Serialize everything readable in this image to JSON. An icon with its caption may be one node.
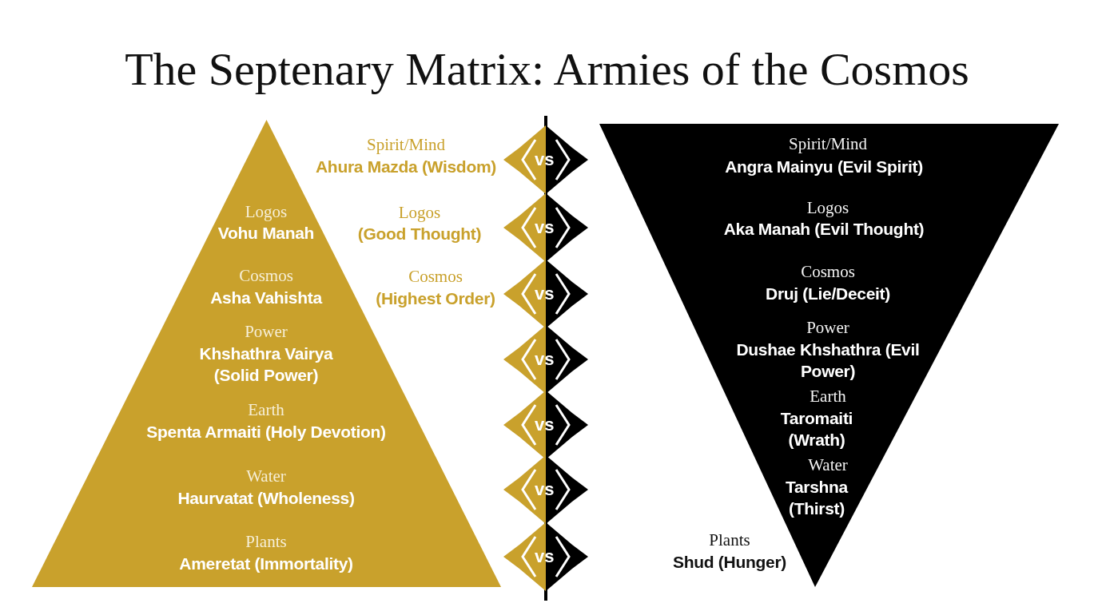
{
  "diagram": {
    "title": "The Septenary Matrix: Armies of the Cosmos",
    "nodes": [
      {
        "text": [
          "Logos",
          "Vohu Manah",
          "Cosmos",
          "Asha Vahishta",
          "Power",
          "Khshathra Vairya (Solid Power)",
          "Earth",
          "Spenta Armaiti (Holy Devotion)",
          "Water",
          "Haurvatat (Wholeness)",
          "Plants",
          "Ameretat (Immortality)"
        ]
      },
      {
        "text": [
          "Spirit/Mind",
          "Angra Mainyu (Evil Spirit)",
          "Logos",
          "Aka Manah (Evil Thought)",
          "Cosmos",
          "Druj (Lie/Deceit)",
          "Power",
          "Dushae Khshathra (Evil Power)",
          "Earth",
          "Taromaiti (Wrath)",
          "Water",
          "Tarshna (Thirst)"
        ]
      },
      {
        "text": [
          "vs"
        ]
      },
      {
        "text": [
          "vs"
        ]
      },
      {
        "text": [
          "vs"
        ]
      },
      {
        "text": [
          "vs"
        ]
      },
      {
        "text": [
          "vs"
        ]
      },
      {
        "text": [
          "vs"
        ]
      },
      {
        "text": [
          "vs"
        ]
      }
    ],
    "labels": [
      "Spirit/Mind",
      "Ahura Mazda (Wisdom)",
      "Logos",
      "(Good Thought)",
      "Cosmos",
      "(Highest Order)",
      "Plants",
      "Shud (Hunger)"
    ]
  }
}
